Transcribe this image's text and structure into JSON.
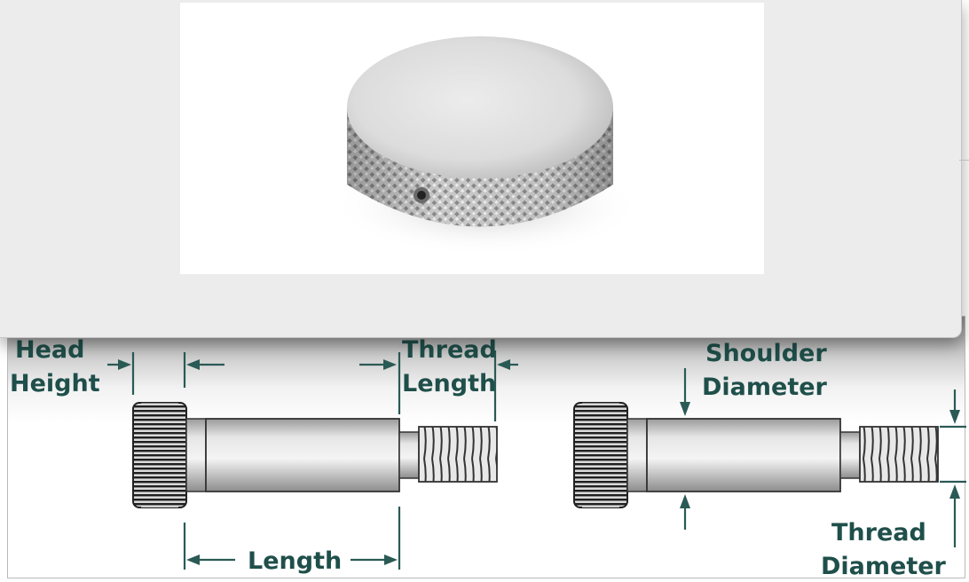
{
  "popup": {
    "image_alt": "Knurled thumb screw head"
  },
  "diagram": {
    "head_height_label_line1": "Head",
    "head_height_label_line2": "Height",
    "thread_length_label_line1": "Thread",
    "thread_length_label_line2": "Length",
    "length_label": "Length",
    "shoulder_diameter_label_line1": "Shoulder",
    "shoulder_diameter_label_line2": "Diameter",
    "thread_diameter_label_line1": "Thread",
    "thread_diameter_label_line2": "Diameter"
  },
  "colors": {
    "dimension_color": "#1f4f4a",
    "popup_background": "#ececec"
  }
}
